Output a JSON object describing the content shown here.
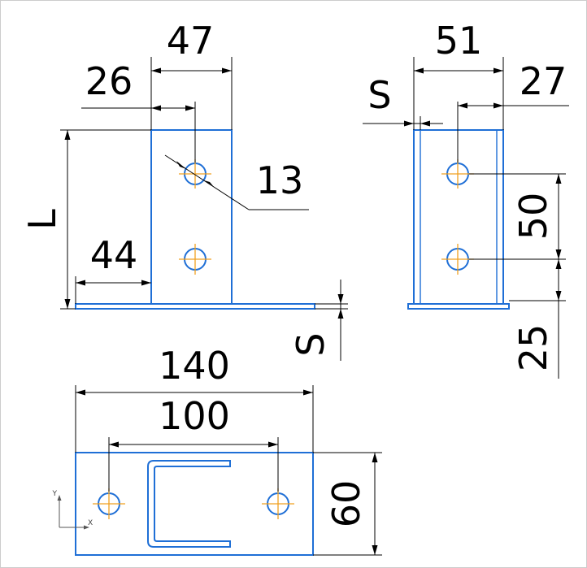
{
  "colors": {
    "outline": "#1f6fd6",
    "centerline": "#f0a020",
    "dimension": "#000000",
    "background": "#ffffff",
    "border": "#cccccc"
  },
  "dimensions": {
    "front_view": {
      "width_total": "47",
      "hole_offset": "26",
      "hole_diameter": "13",
      "height": "L",
      "flange_length": "44",
      "thickness": "S"
    },
    "side_view": {
      "width_total": "51",
      "hole_offset": "27",
      "thickness": "S",
      "hole_spacing": "50",
      "hole_bottom": "25"
    },
    "top_view": {
      "length_total": "140",
      "hole_spacing": "100",
      "width": "60"
    }
  },
  "ucs_icon": {
    "x_label": "X",
    "y_label": "Y"
  }
}
